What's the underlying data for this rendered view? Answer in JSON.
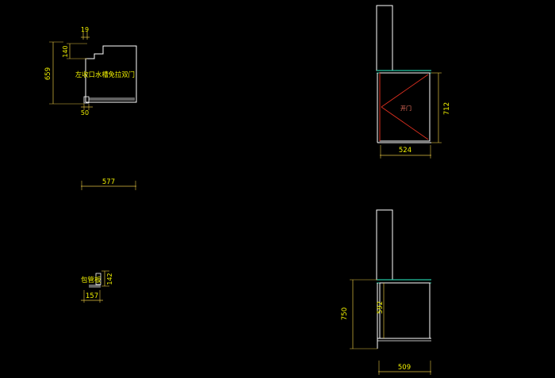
{
  "colors": {
    "background": "#000000",
    "outline": "#ffffff",
    "dimension": "#e0c040",
    "text": "#f2f200",
    "accent_red": "#e03020",
    "accent_green": "#22c4a0",
    "door_text": "#ff7a66"
  },
  "plan_view": {
    "dims": {
      "d19": "19",
      "d140": "140",
      "d659": "659",
      "d50": "50",
      "d577": "577"
    },
    "label": "左收口水槽免拉双门"
  },
  "elevation_top": {
    "dims": {
      "d712": "712",
      "d524": "524"
    },
    "door_label": "开门"
  },
  "pipe_box": {
    "dims": {
      "d142": "142",
      "d157": "157"
    },
    "label": "包管板"
  },
  "elevation_bottom": {
    "dims": {
      "d750": "750",
      "d592": "592",
      "d509": "509"
    }
  }
}
